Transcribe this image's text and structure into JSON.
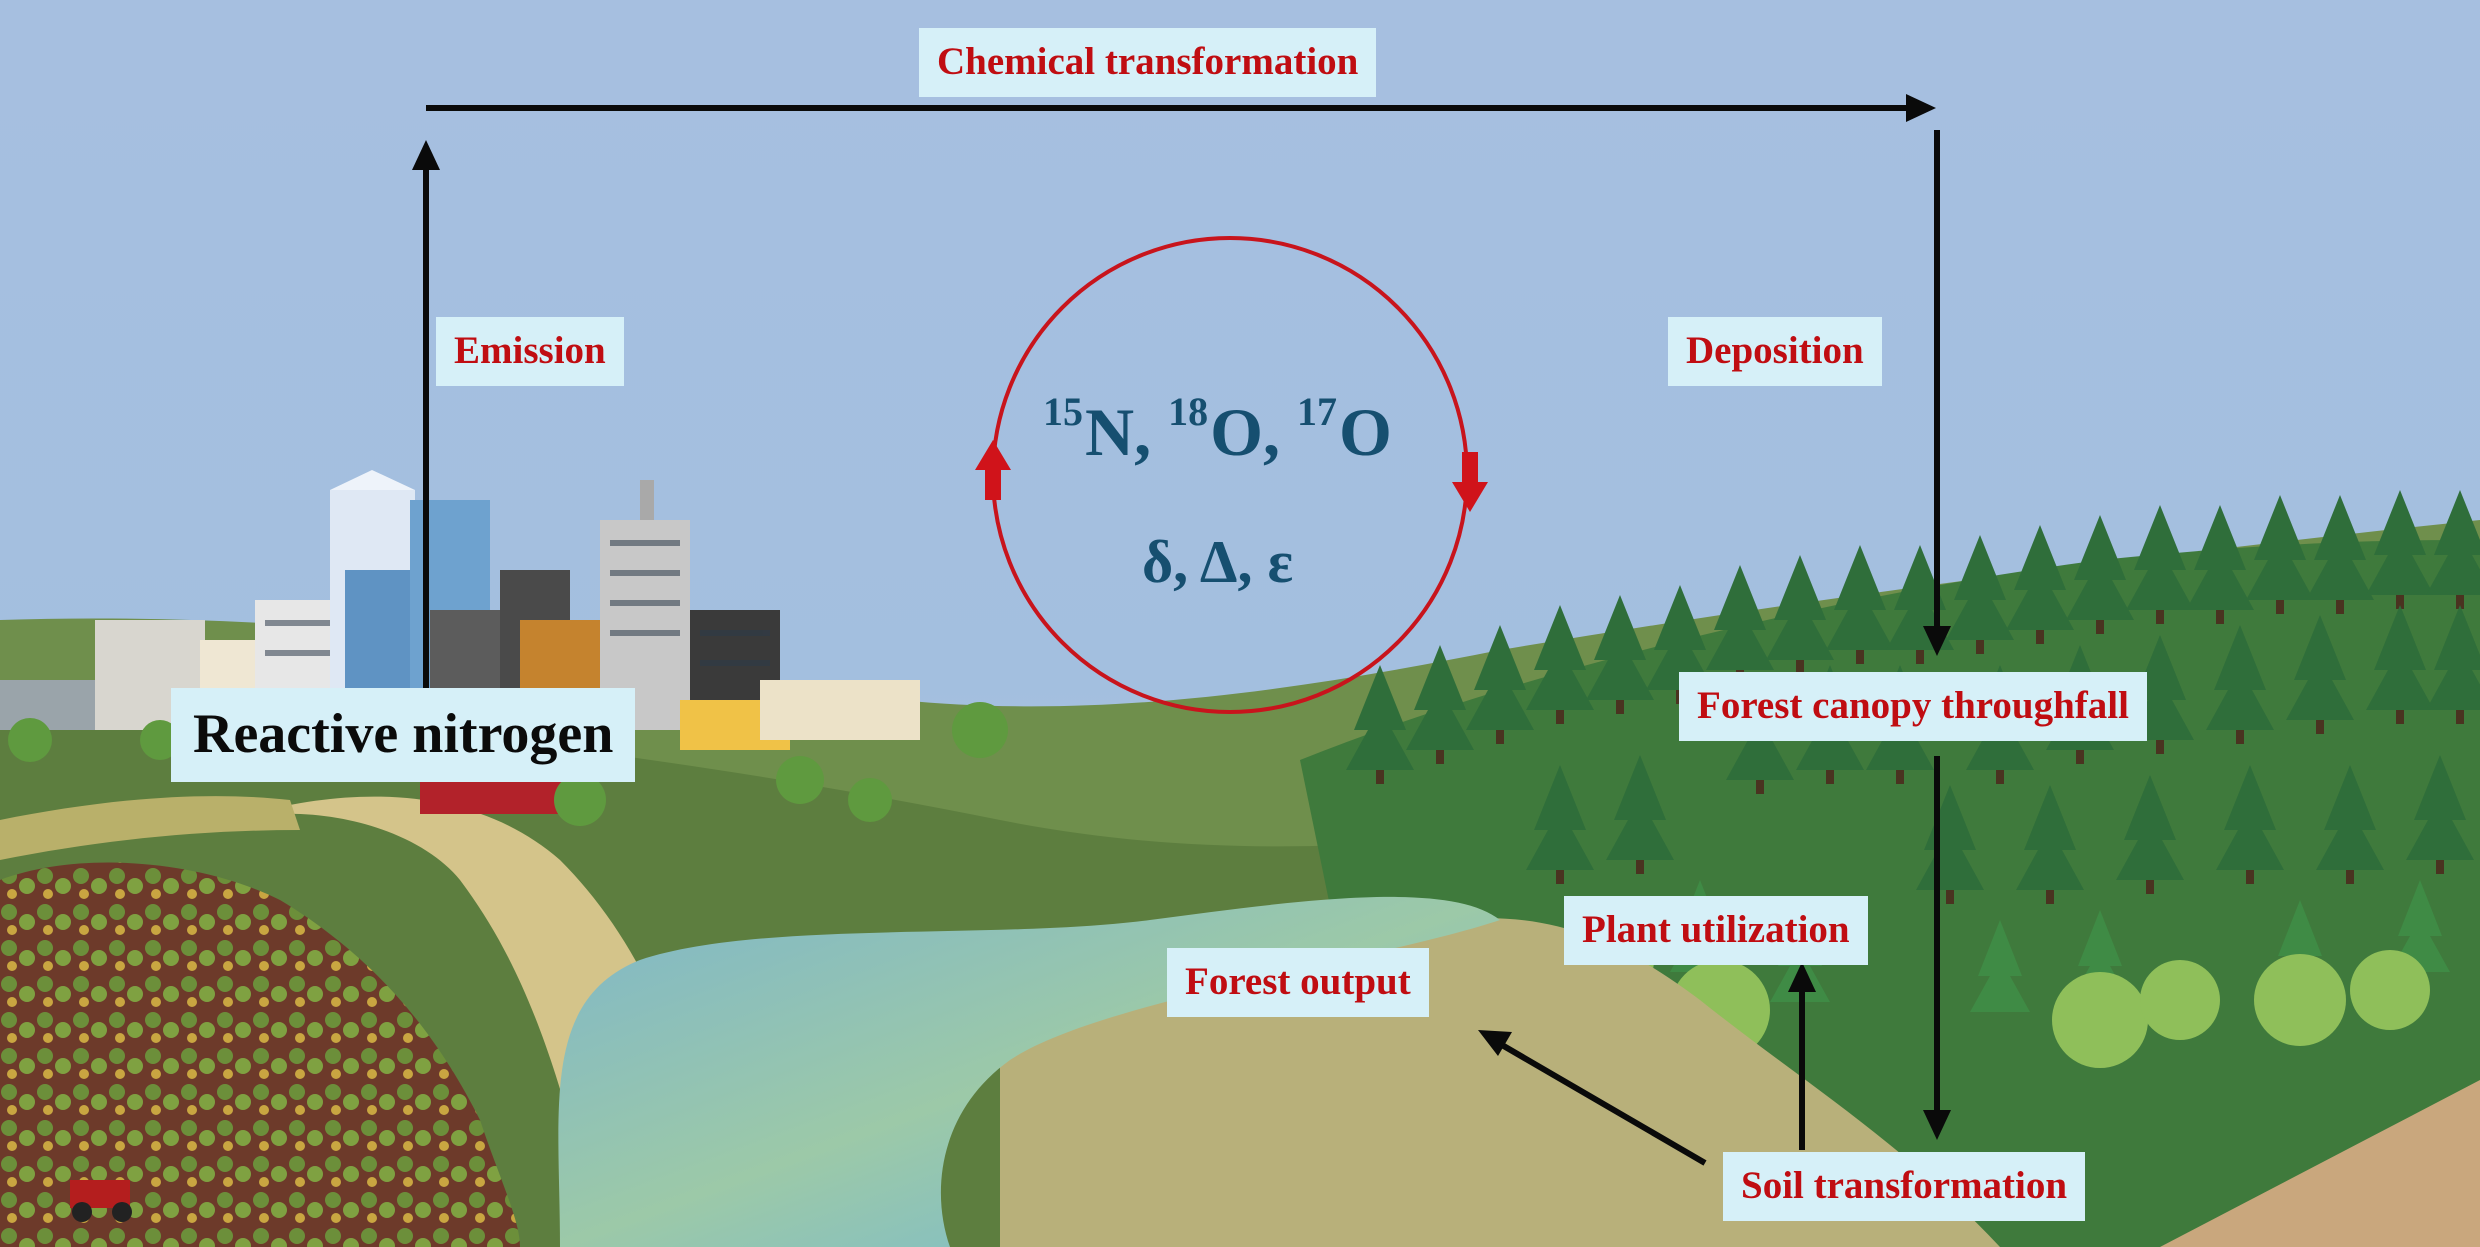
{
  "labels": {
    "chemical_transformation": "Chemical transformation",
    "emission": "Emission",
    "deposition": "Deposition",
    "reactive_nitrogen": "Reactive nitrogen",
    "forest_canopy_throughfall": "Forest canopy throughfall",
    "plant_utilization": "Plant utilization",
    "forest_output": "Forest output",
    "soil_transformation": "Soil transformation"
  },
  "isotopes": {
    "n_mass": "15",
    "n_symbol": "N,",
    "o18_mass": "18",
    "o18_symbol": "O,",
    "o17_mass": "17",
    "o17_symbol": "O",
    "greek": "δ, Δ, ε"
  },
  "colors": {
    "label_text": "#c00d12",
    "label_bg": "#d6f0f8",
    "isotope_text": "#164f70",
    "cycle_ring": "#c8141c",
    "arrow": "#0a0a0a"
  }
}
